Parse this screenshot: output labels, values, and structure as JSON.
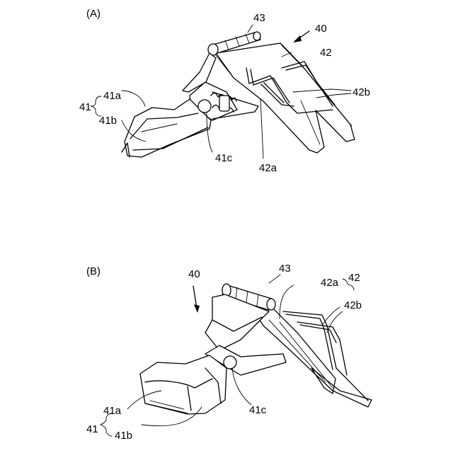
{
  "figures": [
    {
      "id": "A",
      "caption": "(A)",
      "labels": {
        "assembly": "40",
        "hinge_pin": "43",
        "plate": "42",
        "wire_springs": "42b",
        "plate_body": "42a",
        "jaw_clip": "41",
        "upper_jaw": "41a",
        "lower_jaw": "41b",
        "pivot": "41c"
      }
    },
    {
      "id": "B",
      "caption": "(B)",
      "labels": {
        "assembly": "40",
        "hinge_pin": "43",
        "plate": "42",
        "plate_body": "42a",
        "wire_springs": "42b",
        "jaw_clip": "41",
        "upper_jaw": "41a",
        "lower_jaw": "41b",
        "pivot": "41c"
      }
    }
  ]
}
